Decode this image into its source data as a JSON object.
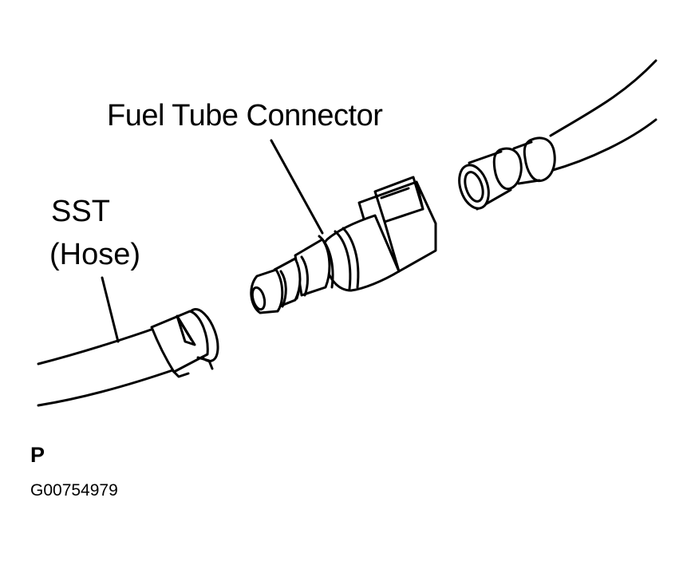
{
  "labels": {
    "connector": "Fuel Tube Connector",
    "sst": "SST",
    "hose": "(Hose)",
    "view": "P",
    "figure_id": "G00754979"
  }
}
